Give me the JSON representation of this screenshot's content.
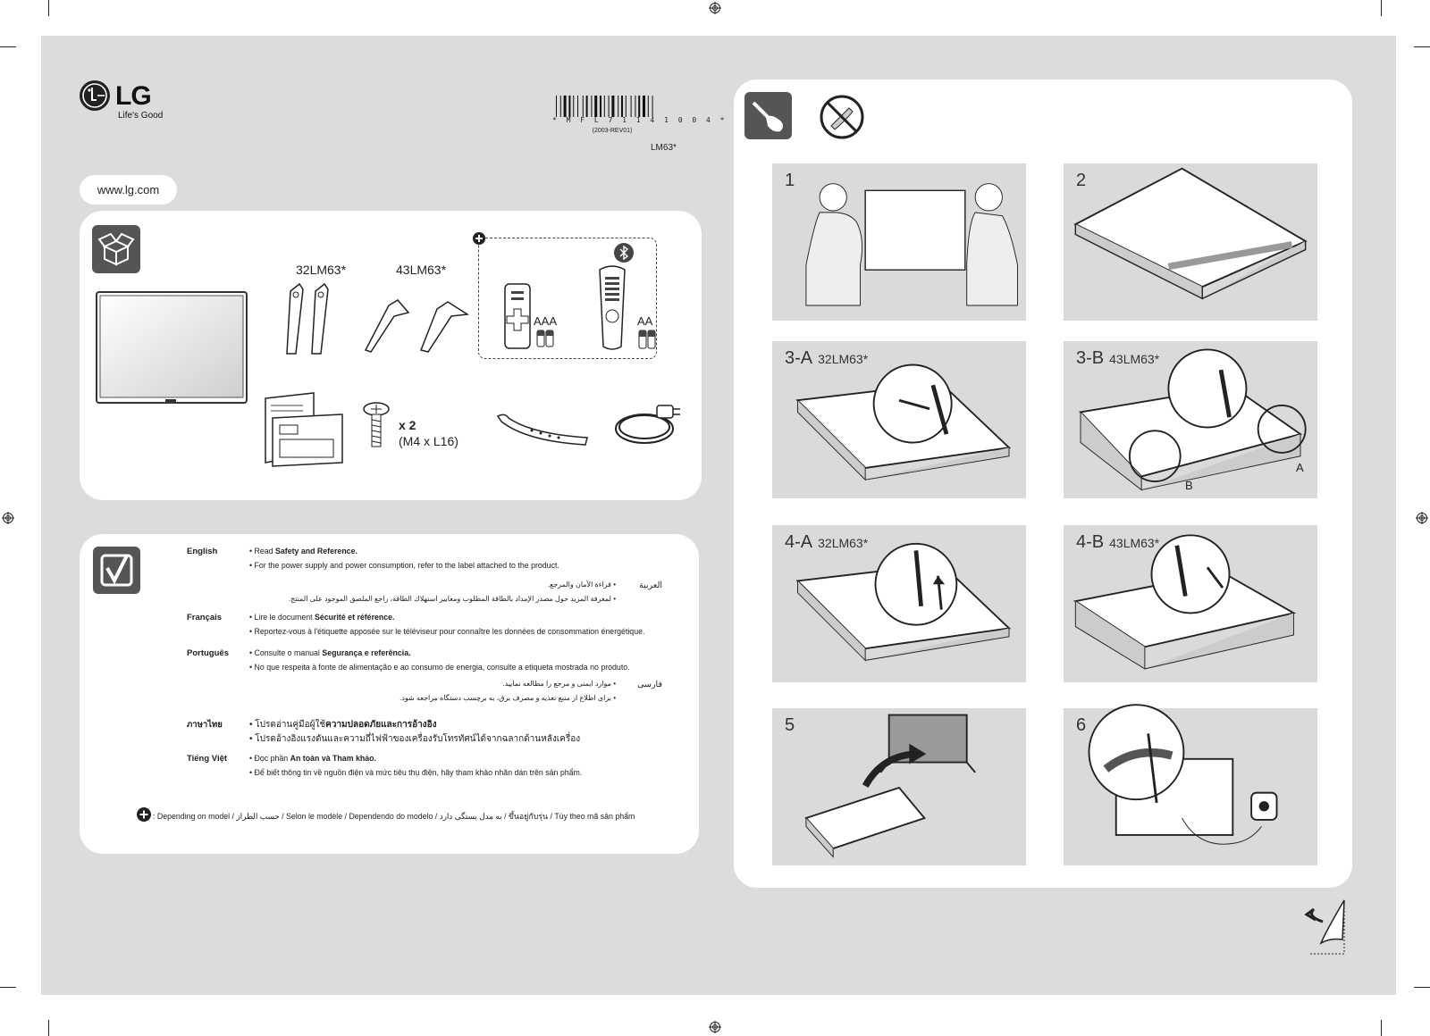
{
  "brand": {
    "name": "LG",
    "tagline": "Life's Good"
  },
  "barcode": {
    "code": "* M F L 7 1 1 4 1 0 0 4 *",
    "revision": "(2003-REV01)",
    "model": "LM63*"
  },
  "website": "www.lg.com",
  "contents": {
    "stand_models": [
      "32LM63*",
      "43LM63*"
    ],
    "remote_batteries": [
      "AAA",
      "AA"
    ],
    "screw_qty": "x 2",
    "screw_spec": "(M4 x L16)",
    "icons": [
      "box-open-icon",
      "plus-circle-icon",
      "bluetooth-icon"
    ]
  },
  "safety": {
    "rows": [
      {
        "lang": "English",
        "lines": [
          "• Read ||Safety and Reference.",
          "• For the power supply and power consumption, refer to the label attached to the product."
        ]
      },
      {
        "lang": "العربية",
        "rtl": true,
        "lines": [
          "• قراءة الأمان والمرجع.",
          "• لمعرفة المزيد حول مصدر الإمداد بالطاقة المطلوب ومعايير استهلاك الطاقة، راجع الملصق الموجود على المنتج."
        ]
      },
      {
        "lang": "Français",
        "lines": [
          "• Lire le document ||Sécurité et référence.",
          "• Reportez-vous à l'étiquette apposée sur le téléviseur pour connaître les données de consommation énergétique."
        ]
      },
      {
        "lang": "Português",
        "lines": [
          "• Consulte o manual ||Segurança e referência.",
          "• No que respeita à fonte de alimentação e ao consumo de energia, consulte a etiqueta mostrada no produto."
        ]
      },
      {
        "lang": "فارسی",
        "rtl": true,
        "lines": [
          "• موارد ایمنی و مرجع را مطالعه نمایید.",
          "• برای اطلاع از منبع تغذیه و مصرف برق، به برچسب دستگاه مراجعه شود."
        ]
      },
      {
        "lang": "ภาษาไทย",
        "lines": [
          "• โปรดอ่านคู่มือผู้ใช้||ความปลอดภัยและการอ้างอิง",
          "• โปรดอ้างอิงแรงดันและความถี่ไฟฟ้าของเครื่องรับโทรทัศน์ได้จากฉลากด้านหลังเครื่อง"
        ]
      },
      {
        "lang": "Tiếng Việt",
        "lines": [
          "• Đọc phần ||An toàn và Tham khảo.",
          "• Để biết thông tin về nguồn điện và mức tiêu thụ điện, hãy tham khảo nhãn dán trên sản phẩm."
        ]
      }
    ],
    "footnote": ": Depending on model / حسب الطراز / Selon le modèle / Dependendo do modelo / به مدل بستگی دارد / ขึ้นอยู่กับรุ่น / Tùy theo mã sản phẩm"
  },
  "assembly": {
    "tool_icons": [
      "screwdriver-icon",
      "no-knife-icon"
    ],
    "steps": [
      {
        "num": "1",
        "model": ""
      },
      {
        "num": "2",
        "model": ""
      },
      {
        "num": "3-A",
        "model": "32LM63*"
      },
      {
        "num": "3-B",
        "model": "43LM63*",
        "callouts": [
          "B",
          "A"
        ]
      },
      {
        "num": "4-A",
        "model": "32LM63*"
      },
      {
        "num": "4-B",
        "model": "43LM63*"
      },
      {
        "num": "5",
        "model": ""
      },
      {
        "num": "6",
        "model": ""
      }
    ]
  }
}
